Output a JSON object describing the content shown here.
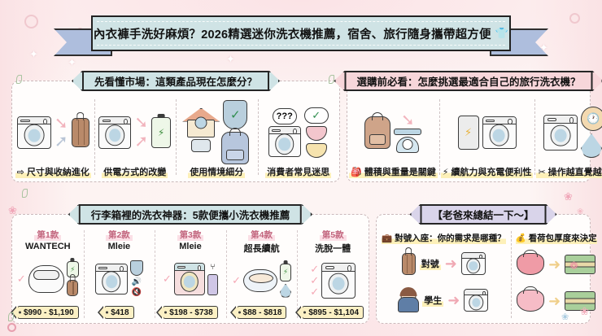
{
  "title": {
    "text": "內衣褲手洗好麻煩？2026精選迷你洗衣機推薦，宿舍、旅行隨身攜帶超方便",
    "emoji": "👕"
  },
  "colors": {
    "background": "#fceeee",
    "title_band": "#cfe3e5",
    "title_tail": "#aebedd",
    "title_fold": "#f3b9bf",
    "banner_teal": "#cfe3e5",
    "banner_pink": "#f7d6da",
    "banner_lilac": "#d9d4ea",
    "highlight_yellow": "#fdf0b8",
    "rank_pink": "#fbdfe6",
    "tag_yellow": "#fbf0c4",
    "outline": "#2f2f2f"
  },
  "sections": {
    "market": {
      "heading": "先看懂市場：這類產品現在怎麼分？",
      "items": [
        {
          "label": "尺寸與收納進化",
          "icon": "arrow-icon",
          "art": "washer-to-suitcase"
        },
        {
          "label": "供電方式的改變",
          "icon": "",
          "art": "washer-to-battery"
        },
        {
          "label": "使用情境細分",
          "icon": "",
          "art": "home-vs-backpack"
        },
        {
          "label": "消費者常見迷思",
          "icon": "",
          "art": "washer-with-question-bubbles"
        }
      ]
    },
    "buying": {
      "heading": "選購前必看：怎麼挑選最適合自己的旅行洗衣機？",
      "items": [
        {
          "label": "體積與重量是關鍵",
          "icon": "backpack-icon",
          "art": "backpack-and-scale"
        },
        {
          "label": "續航力與充電便利性",
          "icon": "bolt-icon",
          "art": "powerbank-and-washer"
        },
        {
          "label": "操作越直覺越好",
          "icon": "tools-icon",
          "art": "washer-clock-drop"
        }
      ]
    },
    "products": {
      "heading": "行李箱裡的洗衣神器：5款便攜小洗衣機推薦",
      "items": [
        {
          "rank": "第1款",
          "name": "WANTECH",
          "price": "$990 - $1,190",
          "art": "pod-washer-battery-suitcase",
          "checks": 1
        },
        {
          "rank": "第2款",
          "name": "Mleie",
          "price": "$418",
          "art": "front-load-shield-sound",
          "checks": 0
        },
        {
          "rank": "第3款",
          "name": "Mleie",
          "price": "$198 - $738",
          "art": "pastel-washer-usb",
          "checks": 1
        },
        {
          "rank": "第4款",
          "name": "超長續航",
          "price": "$88 - $818",
          "art": "egg-pod-battery-drop",
          "checks": 1
        },
        {
          "rank": "第5款",
          "name": "洗脫一體",
          "price": "$895 - $1,104",
          "art": "full-washer",
          "checks": 3
        }
      ]
    },
    "summary": {
      "heading": "【老爸來總結一下～】",
      "columns": [
        {
          "title": "對號入座：你的需求是哪種？",
          "icon": "briefcase-icon",
          "rows": [
            {
              "from": "suitcase-icon",
              "label": "對號",
              "to": "washer-icon"
            },
            {
              "from": "student-icon",
              "label": "學生",
              "to": "washer-icon"
            }
          ]
        },
        {
          "title": "看荷包厚度來決定",
          "icon": "moneybag-icon",
          "rows": [
            {
              "from": "purse-icon",
              "label": "",
              "to": "cash-icon"
            },
            {
              "from": "purse-pale-icon",
              "label": "",
              "to": "cash-icon"
            }
          ]
        }
      ]
    }
  }
}
